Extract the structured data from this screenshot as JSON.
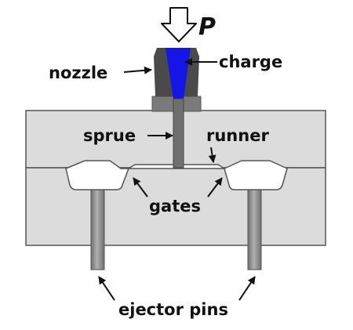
{
  "labels": {
    "force": "P",
    "nozzle": "nozzle",
    "charge": "charge",
    "sprue": "sprue",
    "runner": "runner",
    "gates": "gates",
    "ejector_pins": "ejector pins"
  },
  "colors": {
    "mold_fill": "#dcdcdc",
    "mold_stroke": "#555555",
    "nozzle": "#4a4a4a",
    "nozzle_base": "#7a7a7a",
    "charge": "#1515e6",
    "cavity": "#ffffff",
    "pin": "#8c8c8c",
    "text": "#111111"
  }
}
